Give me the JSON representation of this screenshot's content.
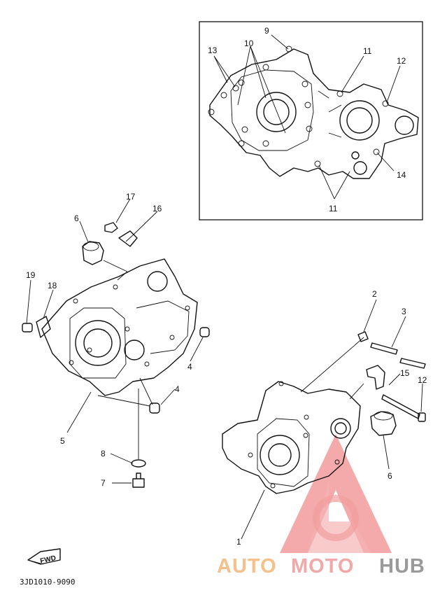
{
  "diagram": {
    "callouts_inset": [
      "9",
      "10",
      "11",
      "12",
      "13",
      "14",
      "11"
    ],
    "callouts_main": [
      "17",
      "16",
      "6",
      "19",
      "18",
      "4",
      "4",
      "5",
      "8",
      "7",
      "2",
      "3",
      "15",
      "12",
      "6",
      "1"
    ],
    "fwd_label": "FWD",
    "drawing_code": "3JD1010-9090"
  },
  "watermark": {
    "part1": "AUTO",
    "part2": "MOTO",
    "part3": "HUB",
    "color1": "#f5c08a",
    "color2": "#f2a8a8",
    "color3": "#9a9a9a",
    "logo_color": "#ee7b7b"
  }
}
